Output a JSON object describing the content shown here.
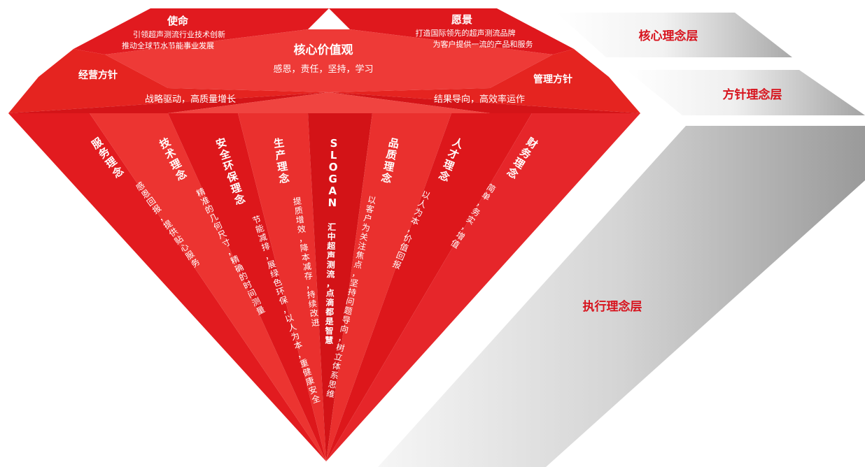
{
  "colors": {
    "accent": "#d7141e",
    "gray_dark": "#8c8c8c",
    "gray_light": "#e8e8e8"
  },
  "crown": {
    "mission": {
      "title": "使命",
      "lines": [
        "引领超声测流行业技术创新",
        "推动全球节水节能事业发展"
      ]
    },
    "vision": {
      "title": "愿景",
      "lines": [
        "打造国际领先的超声测流品牌",
        "为客户提供一流的产品和服务"
      ]
    },
    "core_values": {
      "title": "核心价值观",
      "text": "感恩，责任，坚持，学习"
    },
    "business_policy": {
      "title": "经营方针",
      "text": "战略驱动，高质量增长"
    },
    "management_policy": {
      "title": "管理方针",
      "text": "结果导向，高效率运作"
    }
  },
  "pavilion": [
    {
      "title": "服务理念",
      "text": "感恩回报，提供贴心服务"
    },
    {
      "title": "技术理念",
      "text": "精准的几何尺寸，精确的时间测量"
    },
    {
      "title": "安全环保理念",
      "text": "节能减排，展绿色环保，以人为本，重健康安全"
    },
    {
      "title": "生产理念",
      "text": "提质增效，降本减存，持续改进"
    },
    {
      "title": "SLOGAN",
      "text": "汇中超声测流，点滴都是智慧"
    },
    {
      "title": "品质理念",
      "text": "以客户为关注焦点，坚持问题导向，树立体系思维"
    },
    {
      "title": "人才理念",
      "text": "以人为本，价值回报"
    },
    {
      "title": "财务理念",
      "text": "简单，务实，增值"
    }
  ],
  "layers": {
    "core": "核心理念层",
    "policy": "方针理念层",
    "execution": "执行理念层"
  }
}
